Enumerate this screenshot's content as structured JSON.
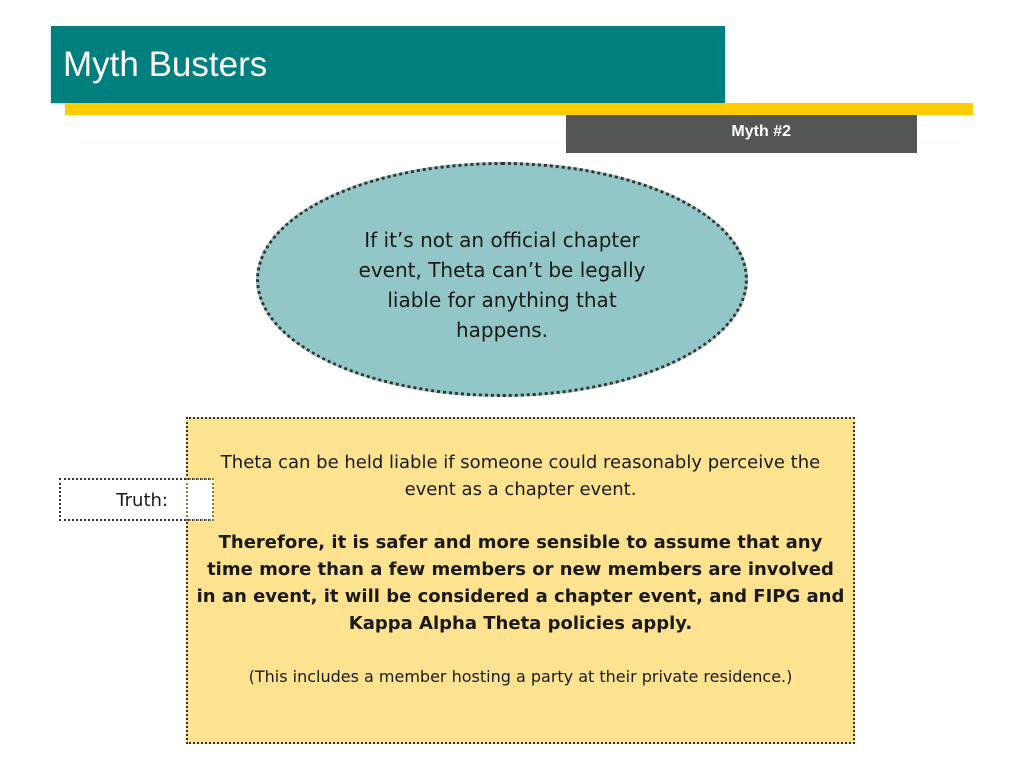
{
  "slide": {
    "title": "Myth Busters",
    "myth_label": "Myth #2",
    "myth_statement": "If it’s not an official chapter event, Theta can’t be legally liable for anything that happens.",
    "truth_label": "Truth:",
    "truth_paragraphs": {
      "p1": "Theta can be held liable if someone could reasonably perceive the event as a chapter event.",
      "p2": "Therefore, it is safer and more sensible to assume that any time more than a few members or new members are involved in an event, it will be considered a chapter event, and FIPG and Kappa Alpha Theta policies apply.",
      "p3": "(This includes a member hosting a party at their private residence.)"
    }
  },
  "colors": {
    "title_bar": "#007f7f",
    "accent_stripe": "#ffcc00",
    "myth_label_bg": "#555555",
    "myth_ellipse": "#93c6c6",
    "truth_box": "#fde28f"
  }
}
